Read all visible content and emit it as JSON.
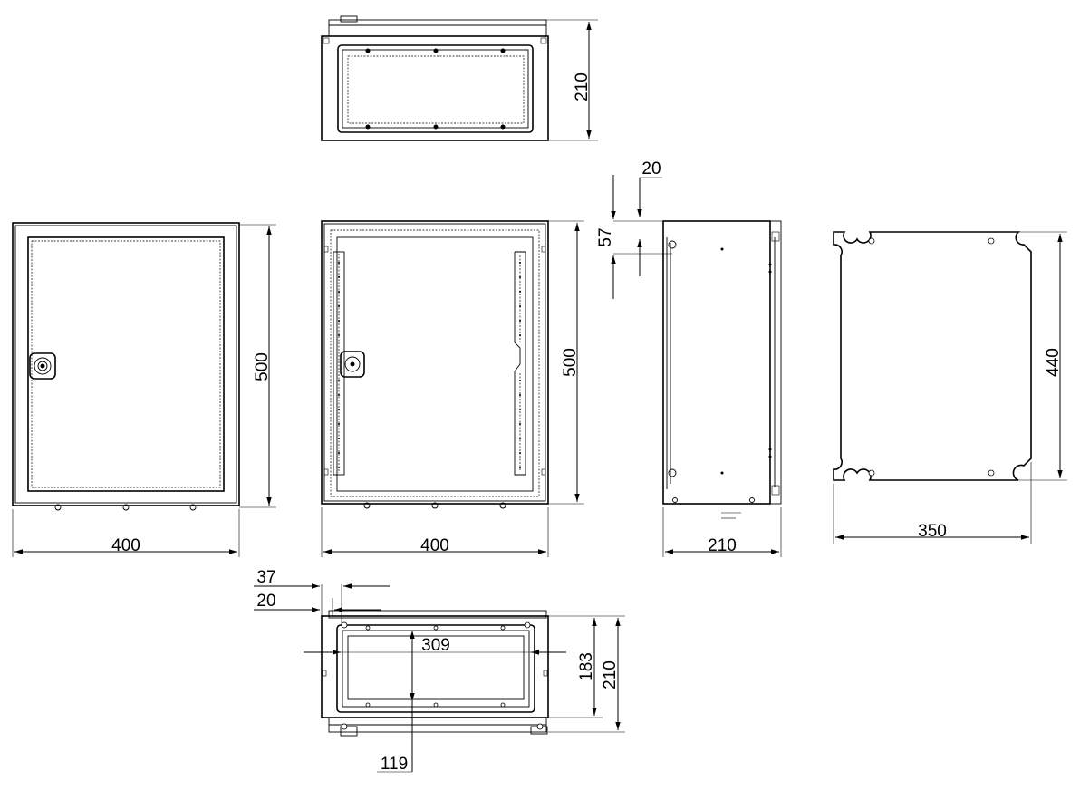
{
  "dimensions": {
    "top_view_depth": "210",
    "front_door_height": "500",
    "front_door_width": "400",
    "front_open_height": "500",
    "front_open_width": "400",
    "side_top_offset": "20",
    "side_hinge_offset": "57",
    "side_depth": "210",
    "mounting_plate_height": "440",
    "mounting_plate_width": "350",
    "bottom_offset_37": "37",
    "bottom_offset_20": "20",
    "bottom_cutout_width": "309",
    "bottom_cutout_depth": "183",
    "bottom_total_depth": "210",
    "bottom_cutout_offset": "119"
  }
}
